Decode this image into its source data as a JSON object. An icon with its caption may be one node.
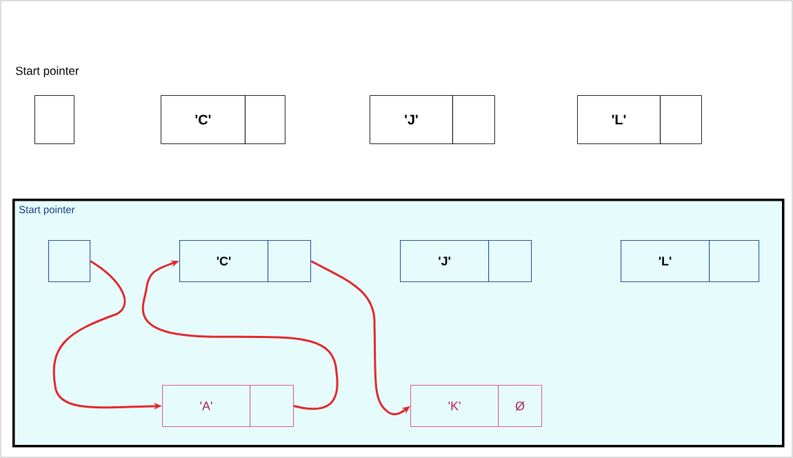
{
  "diagram": {
    "nodes": [
      {
        "text": [],
        "shape": "box"
      },
      {
        "text": [
          "'C'"
        ]
      },
      {
        "text": [],
        "shape": "box"
      },
      {
        "text": [
          "'J'"
        ]
      },
      {
        "text": [],
        "shape": "box"
      },
      {
        "text": [
          "'L'"
        ]
      },
      {
        "text": [],
        "shape": "box"
      },
      {
        "text": [
          "Start pointer"
        ]
      },
      {
        "text": [],
        "shape": "box",
        "in": 7
      },
      {
        "text": [
          "'C'"
        ],
        "in": 7
      },
      {
        "text": [],
        "shape": "box",
        "in": 7
      },
      {
        "text": [
          "'J'"
        ],
        "in": 7
      },
      {
        "text": [],
        "shape": "box",
        "in": 7
      },
      {
        "text": [
          "'L'"
        ],
        "in": 7
      },
      {
        "text": [],
        "shape": "box",
        "in": 7
      },
      {
        "text": [
          "'A'"
        ],
        "in": 7
      },
      {
        "text": [],
        "shape": "box",
        "in": 7
      },
      {
        "text": [
          "'K'"
        ],
        "in": 7
      },
      {
        "text": [
          "Ø"
        ],
        "in": 7
      }
    ],
    "edges": [
      {
        "from": 8,
        "to": 15,
        "arrow": "to",
        "color": "#e3262b"
      },
      {
        "from": 16,
        "to": 9,
        "arrow": "to",
        "color": "#e3262b"
      },
      {
        "from": 10,
        "to": 17,
        "arrow": "to",
        "color": "#e3262b"
      }
    ],
    "labels": [
      "Start pointer"
    ]
  }
}
